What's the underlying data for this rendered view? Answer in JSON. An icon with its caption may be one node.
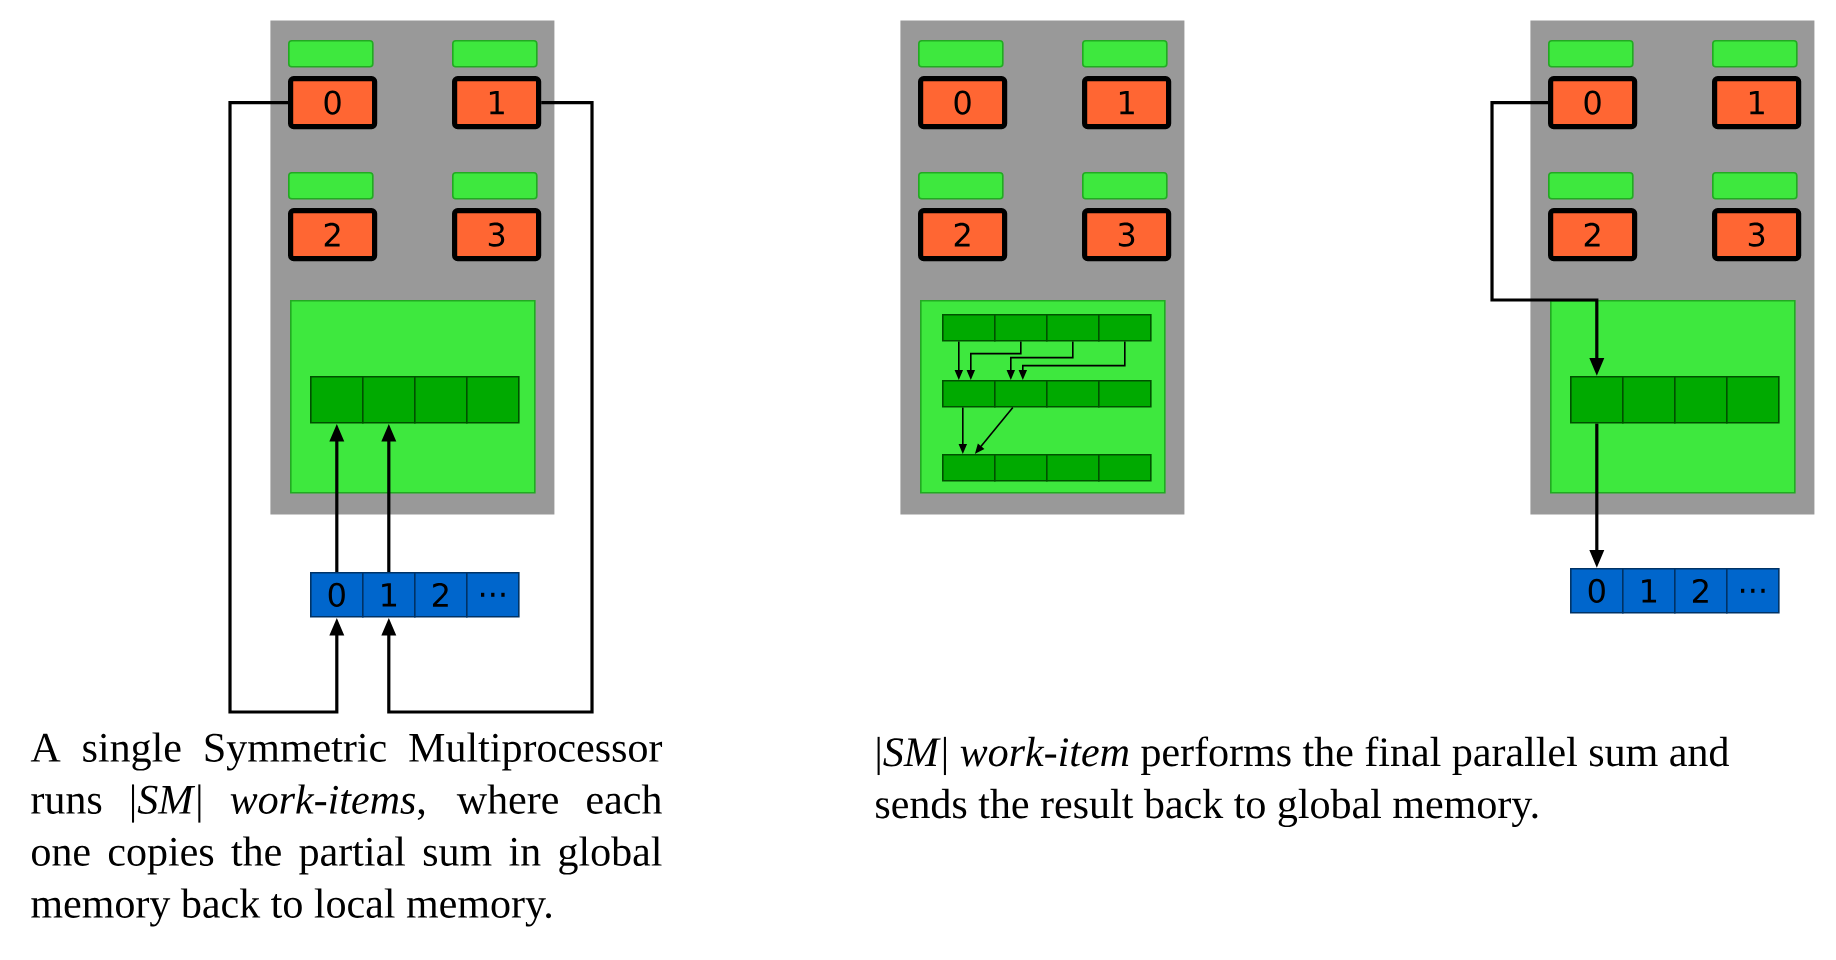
{
  "diagram": {
    "nodes": [
      {
        "text": [],
        "shape": "box"
      },
      {
        "text": [],
        "shape": "bar",
        "in": 0
      },
      {
        "text": [
          "0"
        ],
        "in": 0
      },
      {
        "text": [],
        "shape": "bar",
        "in": 0
      },
      {
        "text": [
          "1"
        ],
        "in": 0
      },
      {
        "text": [],
        "shape": "bar",
        "in": 0
      },
      {
        "text": [
          "2"
        ],
        "in": 0
      },
      {
        "text": [],
        "shape": "bar",
        "in": 0
      },
      {
        "text": [
          "3"
        ],
        "in": 0
      },
      {
        "text": [],
        "shape": "box",
        "in": 0
      },
      {
        "text": [],
        "shape": "box",
        "in": 9
      },
      {
        "text": [],
        "shape": "box",
        "in": 9
      },
      {
        "text": [],
        "shape": "box",
        "in": 9
      },
      {
        "text": [],
        "shape": "box",
        "in": 9
      },
      {
        "text": [
          "0"
        ]
      },
      {
        "text": [
          "1"
        ]
      },
      {
        "text": [
          "2"
        ]
      },
      {
        "text": [
          "..."
        ]
      },
      {
        "text": [],
        "shape": "box"
      },
      {
        "text": [],
        "shape": "bar",
        "in": 18
      },
      {
        "text": [
          "0"
        ],
        "in": 18
      },
      {
        "text": [],
        "shape": "bar",
        "in": 18
      },
      {
        "text": [
          "1"
        ],
        "in": 18
      },
      {
        "text": [],
        "shape": "bar",
        "in": 18
      },
      {
        "text": [
          "2"
        ],
        "in": 18
      },
      {
        "text": [],
        "shape": "bar",
        "in": 18
      },
      {
        "text": [
          "3"
        ],
        "in": 18
      },
      {
        "text": [],
        "shape": "box",
        "in": 18
      },
      {
        "text": [],
        "shape": "box",
        "in": 27
      },
      {
        "text": [],
        "shape": "box",
        "in": 27
      },
      {
        "text": [],
        "shape": "box",
        "in": 27
      },
      {
        "text": [],
        "shape": "box",
        "in": 27
      },
      {
        "text": [],
        "shape": "box",
        "in": 27
      },
      {
        "text": [],
        "shape": "box",
        "in": 27
      },
      {
        "text": [],
        "shape": "box",
        "in": 27
      },
      {
        "text": [],
        "shape": "box",
        "in": 27
      },
      {
        "text": [],
        "shape": "box",
        "in": 27
      },
      {
        "text": [],
        "shape": "box",
        "in": 27
      },
      {
        "text": [],
        "shape": "box",
        "in": 27
      },
      {
        "text": [],
        "shape": "box",
        "in": 27
      },
      {
        "text": [],
        "shape": "box"
      },
      {
        "text": [],
        "shape": "bar",
        "in": 40
      },
      {
        "text": [
          "0"
        ],
        "in": 40
      },
      {
        "text": [],
        "shape": "bar",
        "in": 40
      },
      {
        "text": [
          "1"
        ],
        "in": 40
      },
      {
        "text": [],
        "shape": "bar",
        "in": 40
      },
      {
        "text": [
          "2"
        ],
        "in": 40
      },
      {
        "text": [],
        "shape": "bar",
        "in": 40
      },
      {
        "text": [
          "3"
        ],
        "in": 40
      },
      {
        "text": [],
        "shape": "box",
        "in": 40
      },
      {
        "text": [],
        "shape": "box",
        "in": 49
      },
      {
        "text": [],
        "shape": "box",
        "in": 49
      },
      {
        "text": [],
        "shape": "box",
        "in": 49
      },
      {
        "text": [],
        "shape": "box",
        "in": 49
      },
      {
        "text": [
          "0"
        ]
      },
      {
        "text": [
          "1"
        ]
      },
      {
        "text": [
          "2"
        ]
      },
      {
        "text": [
          "..."
        ]
      }
    ],
    "edges": [
      {
        "from": 2,
        "to": 14,
        "arrow": "to"
      },
      {
        "from": 4,
        "to": 15,
        "arrow": "to"
      },
      {
        "from": 14,
        "to": 10,
        "arrow": "to"
      },
      {
        "from": 15,
        "to": 11,
        "arrow": "to"
      },
      {
        "from": 28,
        "to": 32,
        "arrow": "to"
      },
      {
        "from": 29,
        "to": 32,
        "arrow": "to"
      },
      {
        "from": 30,
        "to": 33,
        "arrow": "to"
      },
      {
        "from": 31,
        "to": 33,
        "arrow": "to"
      },
      {
        "from": 32,
        "to": 36,
        "arrow": "to"
      },
      {
        "from": 33,
        "to": 36,
        "arrow": "to"
      },
      {
        "from": 42,
        "to": 50,
        "arrow": "to"
      },
      {
        "from": 50,
        "to": 54,
        "arrow": "to"
      }
    ],
    "labels": [
      "A single Symmetric Multiprocessor runs |*SM*| *work-items*, where each one copies the partial sum in global memory back to local memory.",
      "|*SM*| *work-item* performs the final parallel sum and sends the result back to global memory."
    ]
  }
}
